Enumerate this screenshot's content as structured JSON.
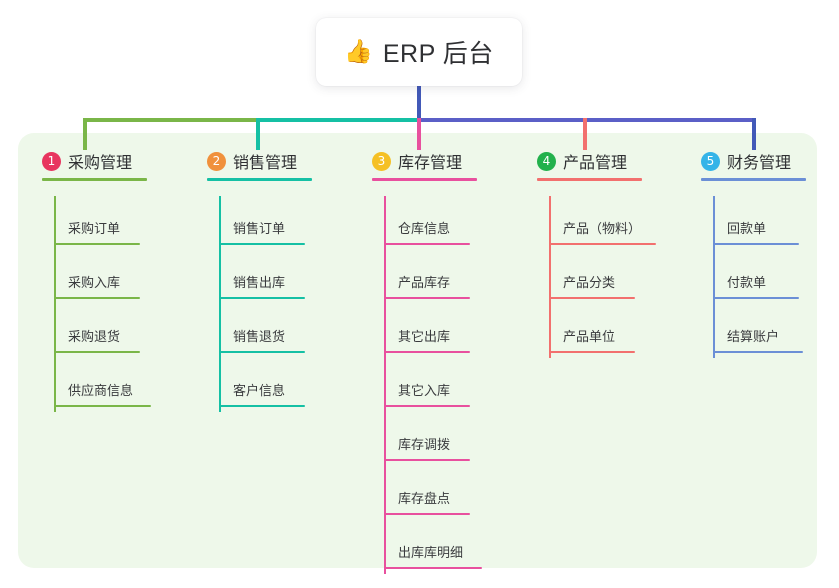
{
  "root": {
    "icon": "thumbs-up-emoji",
    "emoji": "👍",
    "title": "ERP 后台"
  },
  "colors": {
    "panel_bg": "#eef8ea",
    "page_bg": "#ffffff",
    "stem": "#4259b8",
    "bus_left": "#7ab648",
    "bus_mid": "#15c0a4",
    "bus_right": "#5b5fc7",
    "text": "#2f3033"
  },
  "columns": [
    {
      "number": "1",
      "badge_color": "#e8355f",
      "line_color": "#7ab648",
      "title": "采购管理",
      "items": [
        "采购订单",
        "采购入库",
        "采购退货",
        "供应商信息"
      ]
    },
    {
      "number": "2",
      "badge_color": "#f0913c",
      "line_color": "#15c0a4",
      "title": "销售管理",
      "items": [
        "销售订单",
        "销售出库",
        "销售退货",
        "客户信息"
      ]
    },
    {
      "number": "3",
      "badge_color": "#f5c024",
      "line_color": "#e8509e",
      "title": "库存管理",
      "items": [
        "仓库信息",
        "产品库存",
        "其它出库",
        "其它入库",
        "库存调拨",
        "库存盘点",
        "出库库明细"
      ]
    },
    {
      "number": "4",
      "badge_color": "#22b14c",
      "line_color": "#f2706e",
      "title": "产品管理",
      "items": [
        "产品（物料）",
        "产品分类",
        "产品单位"
      ]
    },
    {
      "number": "5",
      "badge_color": "#35b4e8",
      "line_color": "#6b8fd6",
      "title": "财务管理",
      "items": [
        "回款单",
        "付款单",
        "结算账户"
      ]
    }
  ]
}
